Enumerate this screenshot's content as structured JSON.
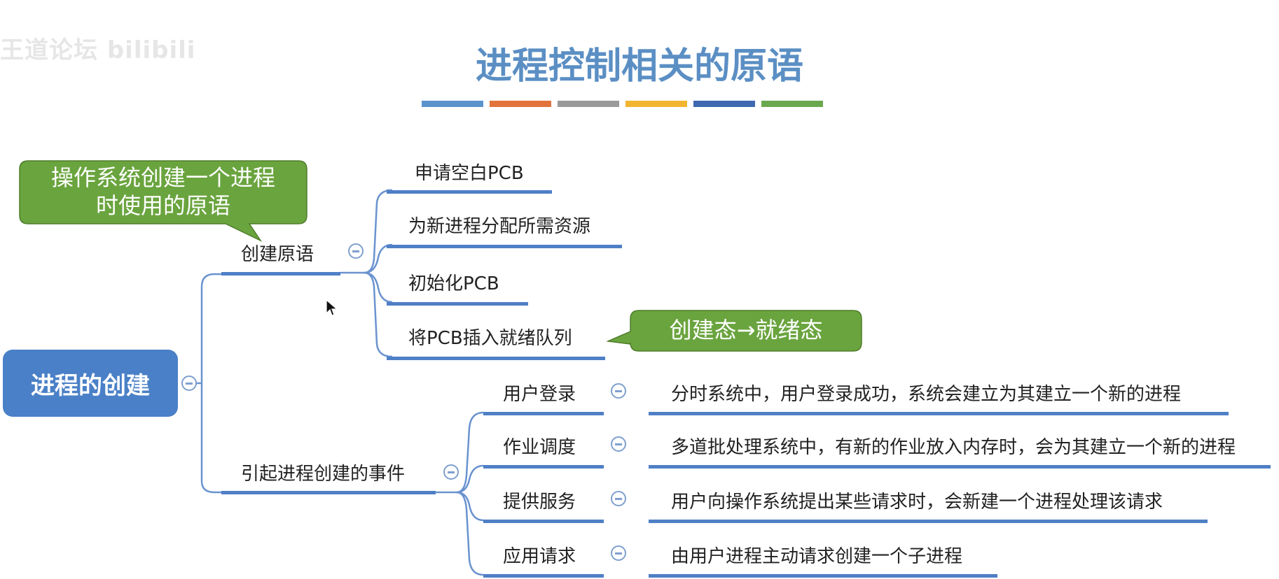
{
  "watermark": "王道论坛 bilibili",
  "title": "进程控制相关的原语",
  "title_bar_colors": [
    "#5b93cd",
    "#e2733b",
    "#9a9a9a",
    "#f2b531",
    "#3e68b0",
    "#6aa84f"
  ],
  "root": {
    "label": "进程的创建"
  },
  "callouts": {
    "create_primitive_note": [
      "操作系统创建一个进程",
      "时使用的原语"
    ],
    "state_note": "创建态→就绪态"
  },
  "branches": {
    "create_primitive": {
      "label": "创建原语",
      "steps": [
        "申请空白PCB",
        "为新进程分配所需资源",
        "初始化PCB",
        "将PCB插入就绪队列"
      ]
    },
    "events": {
      "label": "引起进程创建的事件",
      "items": [
        {
          "label": "用户登录",
          "detail": "分时系统中，用户登录成功，系统会建立为其建立一个新的进程"
        },
        {
          "label": "作业调度",
          "detail": "多道批处理系统中，有新的作业放入内存时，会为其建立一个新的进程"
        },
        {
          "label": "提供服务",
          "detail": "用户向操作系统提出某些请求时，会新建一个进程处理该请求"
        },
        {
          "label": "应用请求",
          "detail": "由用户进程主动请求创建一个子进程"
        }
      ]
    }
  }
}
